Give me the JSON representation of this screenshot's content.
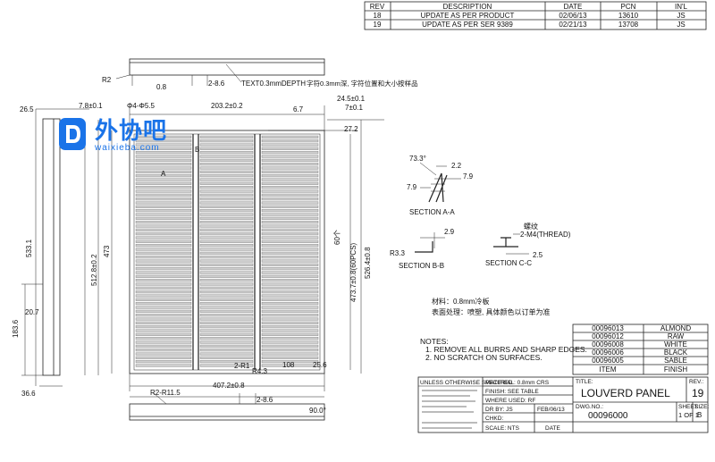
{
  "revision_table": {
    "headers": [
      "REV",
      "DESCRIPTION",
      "DATE",
      "PCN",
      "IN'L"
    ],
    "rows": [
      [
        "18",
        "UPDATE AS PER PRODUCT",
        "02/06/13",
        "13610",
        "JS"
      ],
      [
        "19",
        "UPDATE AS PER SER 9389",
        "02/21/13",
        "13708",
        "JS"
      ]
    ]
  },
  "top_view": {
    "r2": "R2",
    "d08": "0.8",
    "d286": "2-8.6",
    "text_depth": "TEXT0.3mmDEPTH",
    "text_note_cn": "字符0.3mm深, 字符位置和大小按样品"
  },
  "dims": {
    "d265": "26.5",
    "d78": "7.8±0.1",
    "holes": "Φ4-Φ5.5",
    "d2032": "203.2±0.2",
    "d245": "24.5±0.1",
    "d67": "6.7",
    "d7": "7±0.1",
    "d272": "27.2",
    "d5331": "533.1",
    "d5128": "512.8±0.2",
    "d473": "473",
    "d5264": "526.4±0.8",
    "d60pcs": "60个",
    "d4737": "473.7±0.8(60PCS)",
    "d1836": "183.6",
    "d207": "20.7",
    "d366": "36.6",
    "d2r1": "2-R1",
    "d43": "R4.3",
    "d108": "108",
    "d256": "25.6",
    "d4072": "407.2±0.8",
    "r2r115": "R2-R11.5",
    "d286b": "2-8.6",
    "d900": "90.0°",
    "a_mark": "A",
    "b_mark": "B"
  },
  "sections": {
    "aa": {
      "label": "SECTION A-A",
      "angle": "73.3°",
      "d22": "2.2",
      "d79a": "7.9",
      "d79b": "7.9"
    },
    "bb": {
      "label": "SECTION B-B",
      "r33": "R3.3",
      "d29": "2.9"
    },
    "cc": {
      "label": "SECTION C-C",
      "thread_cn": "螺纹",
      "thread": "2-M4(THREAD)",
      "d25": "2.5"
    }
  },
  "notes_cn": {
    "material": "材料：0.8mm冷板",
    "finish": "表面处理：喷塑, 具体颜色以订单为准"
  },
  "notes": {
    "title": "NOTES:",
    "items": [
      "1.   REMOVE ALL BURRS AND SHARP EDGES.",
      "2.   NO SCRATCH ON SURFACES."
    ]
  },
  "finish_table": {
    "rows": [
      [
        "00096013",
        "ALMOND"
      ],
      [
        "00096012",
        "RAW"
      ],
      [
        "00096008",
        "WHITE"
      ],
      [
        "00096006",
        "BLACK"
      ],
      [
        "00096005",
        "SABLE"
      ]
    ],
    "header": [
      "ITEM",
      "FINISH"
    ]
  },
  "title_block": {
    "unless": "UNLESS OTHERWISE SPECIFIED",
    "material": "MATERIAL: 0.8mm CRS",
    "finish": "FINISH: SEE TABLE",
    "where_used": "WHERE USED: RF",
    "dr_by": "DR BY: JS",
    "dr_date": "FEB/06/13",
    "chkd": "CHKD:",
    "scale": "SCALE: NTS",
    "date": "DATE",
    "title_label": "TITLE:",
    "title": "LOUVERD PANEL",
    "rev_label": "REV.:",
    "rev": "19",
    "dwg_label": "DWG.NO.:",
    "dwg": "00096000",
    "sheet_label": "SHEET:",
    "sheet": "1 OF 1",
    "size_label": "SIZE:",
    "size": "B"
  },
  "watermark": {
    "main": "外协吧",
    "sub": "waixieba.com"
  }
}
